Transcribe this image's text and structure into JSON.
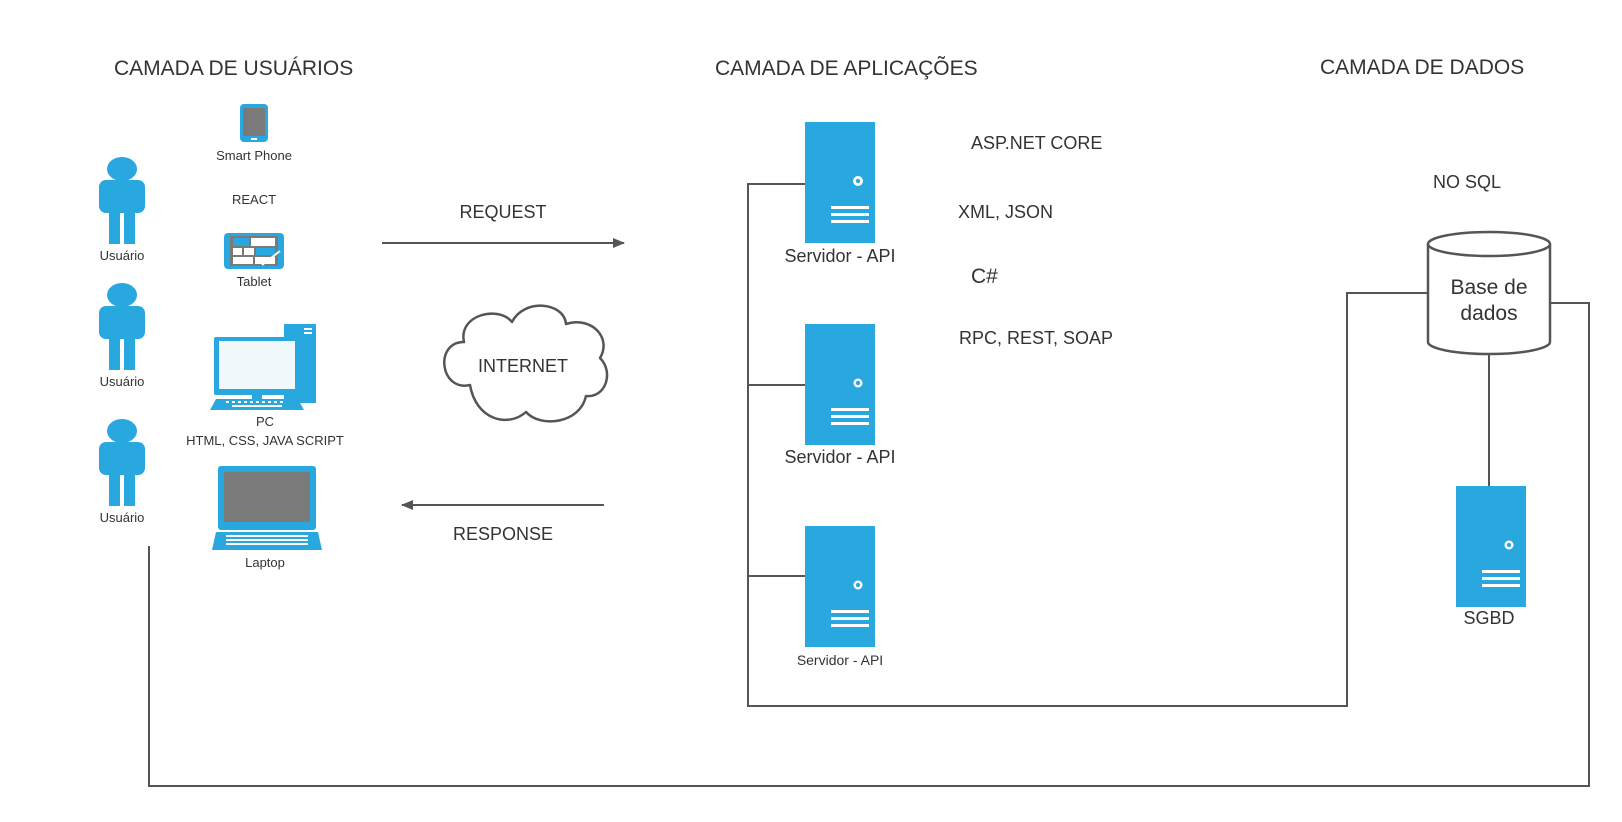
{
  "layers": {
    "users": "CAMADA DE USUÁRIOS",
    "apps": "CAMADA DE APLICAÇÕES",
    "data": "CAMADA DE DADOS"
  },
  "users": [
    "Usuário",
    "Usuário",
    "Usuário"
  ],
  "devices": {
    "smartphone": "Smart Phone",
    "react": "REACT",
    "tablet": "Tablet",
    "pc": "PC",
    "pc_tech": "HTML, CSS, JAVA SCRIPT",
    "laptop": "Laptop"
  },
  "network": {
    "request": "REQUEST",
    "internet": "INTERNET",
    "response": "RESPONSE"
  },
  "servers": [
    "Servidor - API",
    "Servidor - API",
    "Servidor - API"
  ],
  "tech": {
    "aspnet": "ASP.NET CORE",
    "xmljson": "XML, JSON",
    "csharp": "C#",
    "rpc": "RPC, REST, SOAP"
  },
  "database": {
    "type": "NO SQL",
    "label_line1": "Base de",
    "label_line2": "dados",
    "sgbd": "SGBD"
  },
  "colors": {
    "accent": "#29A8E0",
    "line": "#555555",
    "text": "#333333"
  },
  "icons": [
    "person-icon",
    "smartphone-icon",
    "tablet-icon",
    "desktop-pc-icon",
    "laptop-icon",
    "cloud-icon",
    "server-icon",
    "database-icon"
  ]
}
